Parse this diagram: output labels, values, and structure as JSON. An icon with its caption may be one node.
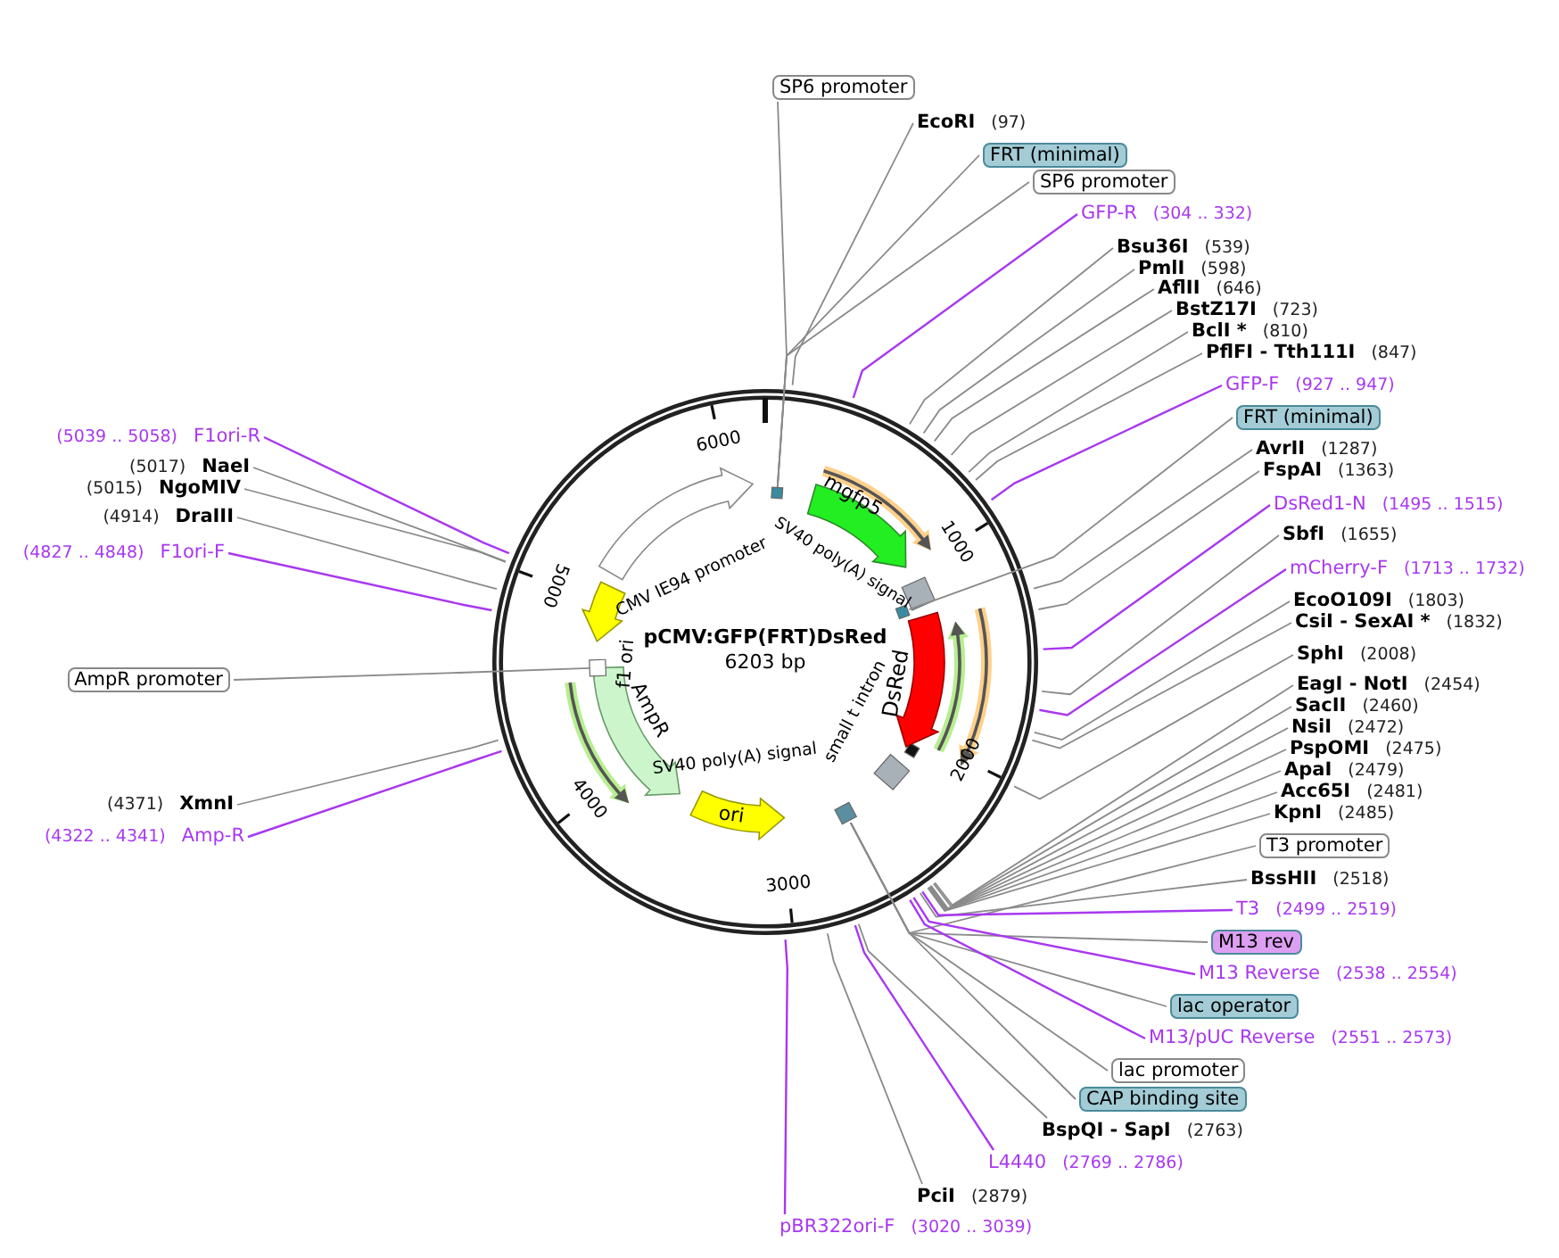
{
  "diagram": {
    "title": "pCMV:GFP(FRT)DsRed",
    "nodes": [
      {
        "text": [
          "SP6 promoter"
        ]
      },
      {
        "text": [
          "EcoRI",
          "(97)"
        ]
      },
      {
        "text": [
          "FRT (minimal)"
        ]
      },
      {
        "text": [
          "SP6 promoter"
        ]
      },
      {
        "text": [
          "GFP-R",
          "(304 .. 332)"
        ]
      },
      {
        "text": [
          "Bsu36I",
          "(539)"
        ]
      },
      {
        "text": [
          "PmlI",
          "(598)"
        ]
      },
      {
        "text": [
          "AflII",
          "(646)"
        ]
      },
      {
        "text": [
          "BstZ17I",
          "(723)"
        ]
      },
      {
        "text": [
          "BclI *",
          "(810)"
        ]
      },
      {
        "text": [
          "PflFI - Tth111I",
          "(847)"
        ]
      },
      {
        "text": [
          "GFP-F",
          "(927 .. 947)"
        ]
      },
      {
        "text": [
          "FRT (minimal)"
        ]
      },
      {
        "text": [
          "AvrII",
          "(1287)"
        ]
      },
      {
        "text": [
          "FspAI",
          "(1363)"
        ]
      },
      {
        "text": [
          "DsRed1-N",
          "(1495 .. 1515)"
        ]
      },
      {
        "text": [
          "SbfI",
          "(1655)"
        ]
      },
      {
        "text": [
          "mCherry-F",
          "(1713 .. 1732)"
        ]
      },
      {
        "text": [
          "EcoO109I",
          "(1803)"
        ]
      },
      {
        "text": [
          "CsiI - SexAI *",
          "(1832)"
        ]
      },
      {
        "text": [
          "SphI",
          "(2008)"
        ]
      },
      {
        "text": [
          "EagI - NotI",
          "(2454)"
        ]
      },
      {
        "text": [
          "SacII",
          "(2460)"
        ]
      },
      {
        "text": [
          "NsiI",
          "(2472)"
        ]
      },
      {
        "text": [
          "PspOMI",
          "(2475)"
        ]
      },
      {
        "text": [
          "ApaI",
          "(2479)"
        ]
      },
      {
        "text": [
          "Acc65I",
          "(2481)"
        ]
      },
      {
        "text": [
          "KpnI",
          "(2485)"
        ]
      },
      {
        "text": [
          "T3 promoter"
        ]
      },
      {
        "text": [
          "BssHII",
          "(2518)"
        ]
      },
      {
        "text": [
          "T3",
          "(2499 .. 2519)"
        ]
      },
      {
        "text": [
          "M13 rev"
        ]
      },
      {
        "text": [
          "M13 Reverse",
          "(2538 .. 2554)"
        ]
      },
      {
        "text": [
          "lac operator"
        ]
      },
      {
        "text": [
          "M13/pUC Reverse",
          "(2551 .. 2573)"
        ]
      },
      {
        "text": [
          "lac promoter"
        ]
      },
      {
        "text": [
          "CAP binding site"
        ]
      },
      {
        "text": [
          "BspQI - SapI",
          "(2763)"
        ]
      },
      {
        "text": [
          "L4440",
          "(2769 .. 2786)"
        ]
      },
      {
        "text": [
          "PciI",
          "(2879)"
        ]
      },
      {
        "text": [
          "pBR322ori-F",
          "(3020 .. 3039)"
        ]
      },
      {
        "text": [
          "(5039 .. 5058)",
          "F1ori-R"
        ]
      },
      {
        "text": [
          "(5017)",
          "NaeI"
        ]
      },
      {
        "text": [
          "(5015)",
          "NgoMIV"
        ]
      },
      {
        "text": [
          "(4914)",
          "DraIII"
        ]
      },
      {
        "text": [
          "(4827 .. 4848)",
          "F1ori-F"
        ]
      },
      {
        "text": [
          "AmpR promoter"
        ]
      },
      {
        "text": [
          "(4371)",
          "XmnI"
        ]
      },
      {
        "text": [
          "(4322 .. 4341)",
          "Amp-R"
        ]
      },
      {
        "text": [
          "mgfp5"
        ]
      },
      {
        "text": [
          "SV40 poly(A) signal"
        ]
      },
      {
        "text": [
          "DsRed"
        ]
      },
      {
        "text": [
          "small t intron"
        ]
      },
      {
        "text": [
          "SV40 poly(A) signal"
        ]
      },
      {
        "text": [
          "ori"
        ]
      },
      {
        "text": [
          "AmpR"
        ]
      },
      {
        "text": [
          "f1 ori"
        ]
      },
      {
        "text": [
          "CMV IE94 promoter"
        ]
      },
      {
        "text": [],
        "shape": "box"
      },
      {
        "text": [],
        "shape": "box"
      },
      {
        "text": [],
        "shape": "box"
      },
      {
        "text": [],
        "shape": "box"
      }
    ],
    "edges": [
      {
        "from": 0,
        "to": 58,
        "arrow": "none"
      },
      {
        "from": 1,
        "to": null,
        "arrow": "none"
      },
      {
        "from": 2,
        "to": 58,
        "arrow": "none"
      },
      {
        "from": 3,
        "to": 58,
        "arrow": "none"
      },
      {
        "from": 4,
        "to": null,
        "arrow": "none",
        "color": "#a838f0"
      },
      {
        "from": 5,
        "to": null,
        "arrow": "none"
      },
      {
        "from": 6,
        "to": null,
        "arrow": "none"
      },
      {
        "from": 7,
        "to": null,
        "arrow": "none"
      },
      {
        "from": 8,
        "to": null,
        "arrow": "none"
      },
      {
        "from": 9,
        "to": null,
        "arrow": "none"
      },
      {
        "from": 10,
        "to": null,
        "arrow": "none"
      },
      {
        "from": 11,
        "to": null,
        "arrow": "none",
        "color": "#a838f0"
      },
      {
        "from": 12,
        "to": 59,
        "arrow": "none"
      },
      {
        "from": 13,
        "to": null,
        "arrow": "none"
      },
      {
        "from": 14,
        "to": null,
        "arrow": "none"
      },
      {
        "from": 15,
        "to": null,
        "arrow": "none",
        "color": "#a838f0"
      },
      {
        "from": 16,
        "to": null,
        "arrow": "none"
      },
      {
        "from": 17,
        "to": null,
        "arrow": "none",
        "color": "#a838f0"
      },
      {
        "from": 18,
        "to": null,
        "arrow": "none"
      },
      {
        "from": 19,
        "to": null,
        "arrow": "none"
      },
      {
        "from": 20,
        "to": null,
        "arrow": "none"
      },
      {
        "from": 21,
        "to": null,
        "arrow": "none"
      },
      {
        "from": 22,
        "to": null,
        "arrow": "none"
      },
      {
        "from": 23,
        "to": null,
        "arrow": "none"
      },
      {
        "from": 24,
        "to": null,
        "arrow": "none"
      },
      {
        "from": 25,
        "to": null,
        "arrow": "none"
      },
      {
        "from": 26,
        "to": null,
        "arrow": "none"
      },
      {
        "from": 27,
        "to": null,
        "arrow": "none"
      },
      {
        "from": 28,
        "to": 60,
        "arrow": "none"
      },
      {
        "from": 29,
        "to": null,
        "arrow": "none"
      },
      {
        "from": 30,
        "to": null,
        "arrow": "none",
        "color": "#a838f0"
      },
      {
        "from": 31,
        "to": 60,
        "arrow": "none"
      },
      {
        "from": 32,
        "to": null,
        "arrow": "none",
        "color": "#a838f0"
      },
      {
        "from": 33,
        "to": 60,
        "arrow": "none"
      },
      {
        "from": 34,
        "to": null,
        "arrow": "none",
        "color": "#a838f0"
      },
      {
        "from": 35,
        "to": 60,
        "arrow": "none"
      },
      {
        "from": 36,
        "to": 60,
        "arrow": "none"
      },
      {
        "from": 37,
        "to": null,
        "arrow": "none"
      },
      {
        "from": 38,
        "to": null,
        "arrow": "none",
        "color": "#a838f0"
      },
      {
        "from": 39,
        "to": null,
        "arrow": "none"
      },
      {
        "from": 40,
        "to": null,
        "arrow": "none",
        "color": "#a838f0"
      },
      {
        "from": 41,
        "to": null,
        "arrow": "none",
        "color": "#a838f0"
      },
      {
        "from": 42,
        "to": null,
        "arrow": "none"
      },
      {
        "from": 43,
        "to": null,
        "arrow": "none"
      },
      {
        "from": 44,
        "to": null,
        "arrow": "none"
      },
      {
        "from": 45,
        "to": null,
        "arrow": "none",
        "color": "#a838f0"
      },
      {
        "from": 46,
        "to": 61,
        "arrow": "none"
      },
      {
        "from": 47,
        "to": null,
        "arrow": "none"
      },
      {
        "from": 48,
        "to": null,
        "arrow": "none",
        "color": "#a838f0"
      }
    ],
    "labels": [
      "6203 bp",
      "1000",
      "2000",
      "3000",
      "4000",
      "5000",
      "6000"
    ]
  }
}
